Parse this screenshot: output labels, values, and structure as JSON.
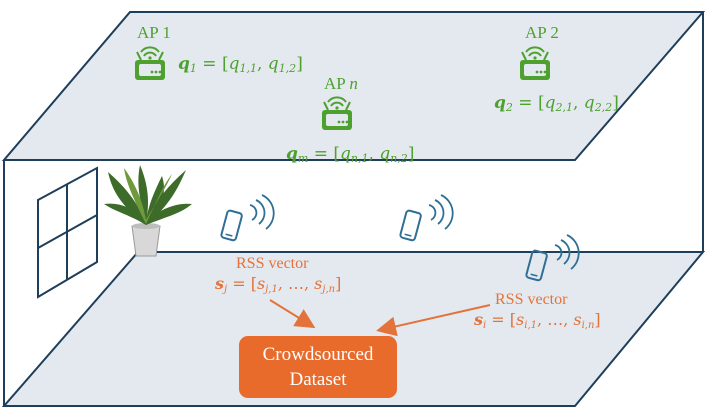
{
  "access_points": [
    {
      "label": "AP 1",
      "eq_lhs": "q",
      "eq_lhs_sub": "1",
      "eq_rhs": "[q",
      "c1": "1,1",
      "c2": "1,2"
    },
    {
      "label": "AP 2",
      "eq_lhs": "q",
      "eq_lhs_sub": "2",
      "eq_rhs": "[q",
      "c1": "2,1",
      "c2": "2,2"
    },
    {
      "label": "AP n",
      "eq_lhs": "q",
      "eq_lhs_sub": "m",
      "eq_rhs": "[q",
      "c1": "n,1",
      "c2": "n,2"
    }
  ],
  "rss": [
    {
      "title": "RSS vector",
      "var": "s",
      "sub": "j",
      "first": "j,1",
      "last": "j,n"
    },
    {
      "title": "RSS vector",
      "var": "s",
      "sub": "i",
      "first": "i,1",
      "last": "i,n"
    }
  ],
  "dataset": {
    "line1": "Crowdsourced",
    "line2": "Dataset"
  },
  "colors": {
    "ap_green": "#4ea12f",
    "rss_orange": "#e3733a",
    "dataset_fill": "#e96b2c",
    "phone_blue": "#2f6f95",
    "floor_fill": "#e4e9ef",
    "edge_color": "#1f3e5a"
  },
  "icons": [
    "router-icon",
    "smartphone-icon",
    "wifi-signal-icon",
    "plant-icon",
    "window-icon"
  ]
}
